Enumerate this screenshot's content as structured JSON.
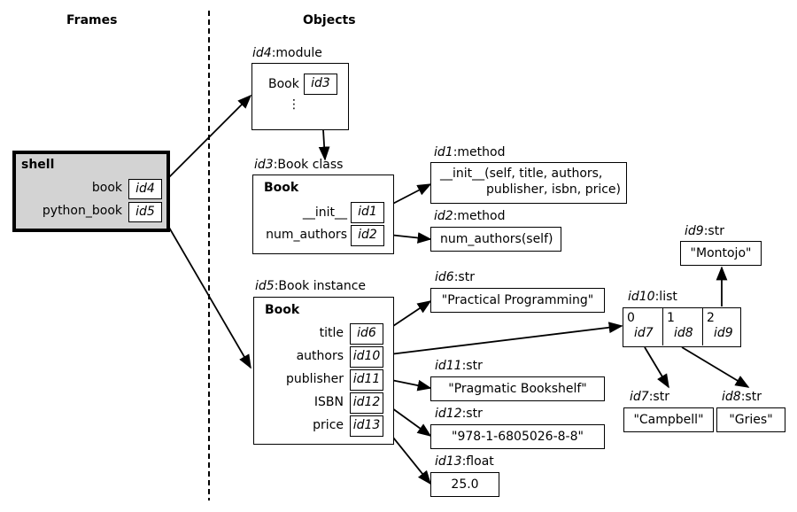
{
  "headers": {
    "frames": "Frames",
    "objects": "Objects"
  },
  "shell": {
    "title": "shell",
    "vars": [
      {
        "name": "book",
        "ref": "id4"
      },
      {
        "name": "python_book",
        "ref": "id5"
      }
    ]
  },
  "module": {
    "id": "id4",
    "type": ":module",
    "var": "Book",
    "ref": "id3",
    "ellipsis": "⋮"
  },
  "book_class": {
    "id": "id3",
    "type": ":Book class",
    "title": "Book",
    "attrs": [
      {
        "name": "__init__",
        "ref": "id1"
      },
      {
        "name": "num_authors",
        "ref": "id2"
      }
    ]
  },
  "method1": {
    "id": "id1",
    "type": ":method",
    "line1": "__init__(self, title, authors,",
    "line2": "publisher, isbn, price)"
  },
  "method2": {
    "id": "id2",
    "type": ":method",
    "value": "num_authors(self)"
  },
  "instance": {
    "id": "id5",
    "type": ":Book instance",
    "title": "Book",
    "attrs": [
      {
        "name": "title",
        "ref": "id6"
      },
      {
        "name": "authors",
        "ref": "id10"
      },
      {
        "name": "publisher",
        "ref": "id11"
      },
      {
        "name": "ISBN",
        "ref": "id12"
      },
      {
        "name": "price",
        "ref": "id13"
      }
    ]
  },
  "strs": {
    "id6": {
      "id": "id6",
      "type": ":str",
      "value": "\"Practical Programming\""
    },
    "id11": {
      "id": "id11",
      "type": ":str",
      "value": "\"Pragmatic Bookshelf\""
    },
    "id12": {
      "id": "id12",
      "type": ":str",
      "value": "\"978-1-6805026-8-8\""
    },
    "id13": {
      "id": "id13",
      "type": ":float",
      "value": "25.0"
    },
    "id9": {
      "id": "id9",
      "type": ":str",
      "value": "\"Montojo\""
    },
    "id7": {
      "id": "id7",
      "type": ":str",
      "value": "\"Campbell\""
    },
    "id8": {
      "id": "id8",
      "type": ":str",
      "value": "\"Gries\""
    }
  },
  "list": {
    "id": "id10",
    "type": ":list",
    "items": [
      {
        "index": "0",
        "ref": "id7"
      },
      {
        "index": "1",
        "ref": "id8"
      },
      {
        "index": "2",
        "ref": "id9"
      }
    ]
  }
}
